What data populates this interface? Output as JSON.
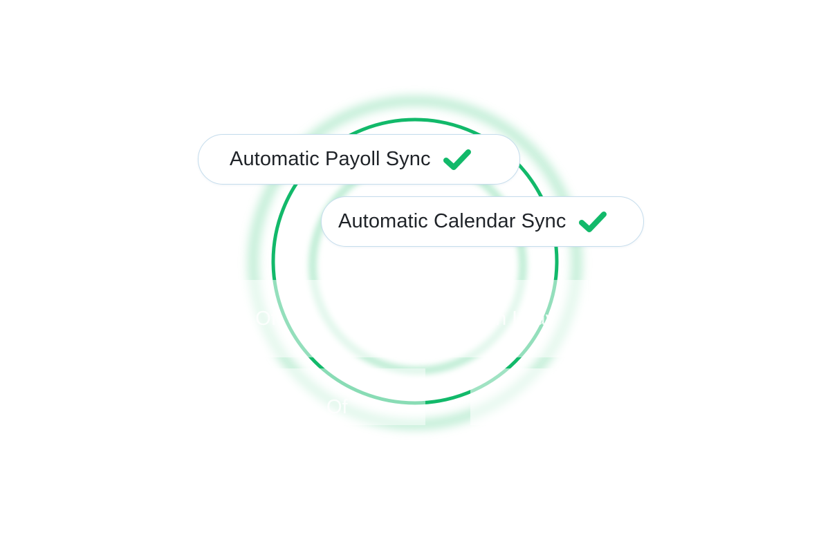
{
  "badges": {
    "payroll": {
      "label": "Automatic Payoll Sync",
      "icon": "check-icon"
    },
    "calendar": {
      "label": "Automatic Calendar Sync",
      "icon": "check-icon"
    }
  },
  "faded_text": {
    "left_fragment": "e Of",
    "right_fragment": "on Leav",
    "lower_fragment": "Of"
  },
  "colors": {
    "accent_green": "#12b96a",
    "glow_green": "#9fe3bf",
    "pill_border": "#c4dcec",
    "text": "#1f2328",
    "background": "#ffffff"
  }
}
